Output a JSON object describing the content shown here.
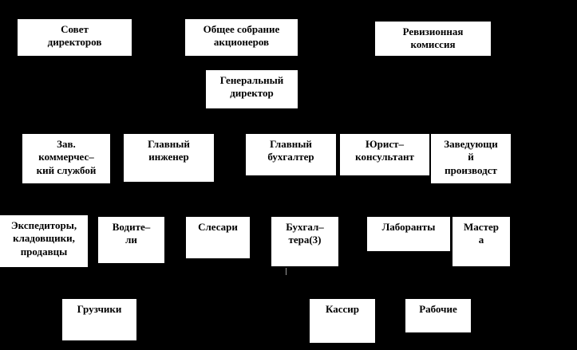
{
  "canvas": {
    "background_color": "#000000",
    "node_fill_color": "#ffffff",
    "node_text_color": "#000000"
  },
  "org_chart": {
    "nodes": [
      {
        "id": "board-of-directors",
        "label": "Совет\nдиректоров"
      },
      {
        "id": "shareholders-meeting",
        "label": "Общее собрание\nакционеров"
      },
      {
        "id": "audit-commission",
        "label": "Ревизионная\nкомиссия"
      },
      {
        "id": "general-director",
        "label": "Генеральный\nдиректор"
      },
      {
        "id": "head-commercial-service",
        "label": "Зав.\nкоммерчес–\nкий службой"
      },
      {
        "id": "chief-engineer",
        "label": "Главный\nинженер"
      },
      {
        "id": "chief-accountant",
        "label": "Главный\nбухгалтер"
      },
      {
        "id": "legal-counsel",
        "label": "Юрист–\nконсультант"
      },
      {
        "id": "production-manager",
        "label": "Заведующи\nй\nпроизводст"
      },
      {
        "id": "forwarders-storekeepers",
        "label": "Экспедиторы,\nкладовщики,\nпродавцы"
      },
      {
        "id": "drivers",
        "label": "Водите–\nли"
      },
      {
        "id": "locksmiths",
        "label": "Слесари"
      },
      {
        "id": "accountants",
        "label": "Бухгал–\nтера(3)"
      },
      {
        "id": "lab-assistants",
        "label": "Лаборанты"
      },
      {
        "id": "foremen",
        "label": "Мастер\nа"
      },
      {
        "id": "loaders",
        "label": "Грузчики"
      },
      {
        "id": "cashier",
        "label": "Кассир"
      },
      {
        "id": "workers",
        "label": "Рабочие"
      }
    ]
  }
}
